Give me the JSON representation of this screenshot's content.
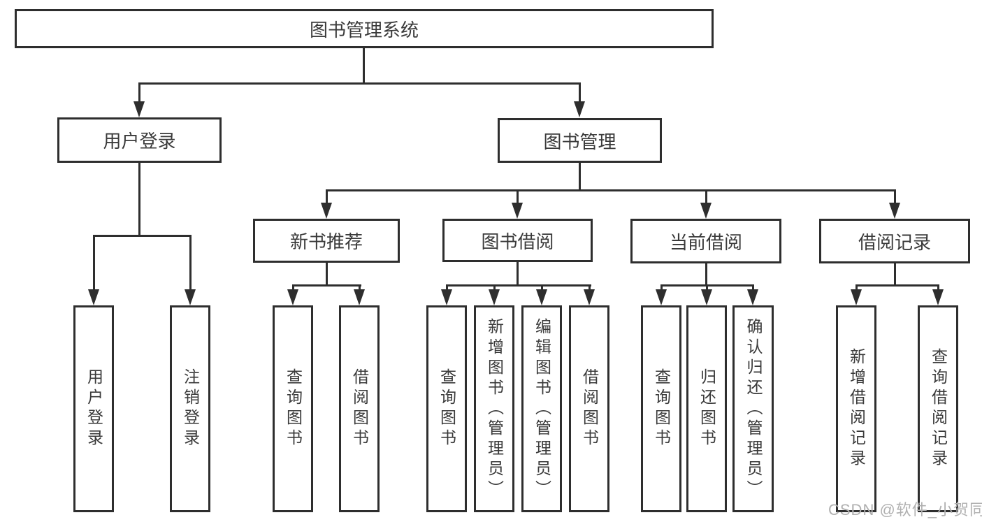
{
  "tree": {
    "root": {
      "label": "图书管理系统",
      "children": [
        {
          "label": "用户登录",
          "children": [
            {
              "label": "用户登录"
            },
            {
              "label": "注销登录"
            }
          ]
        },
        {
          "label": "图书管理",
          "children": [
            {
              "label": "新书推荐",
              "children": [
                {
                  "label": "查询图书"
                },
                {
                  "label": "借阅图书"
                }
              ]
            },
            {
              "label": "图书借阅",
              "children": [
                {
                  "label": "查询图书"
                },
                {
                  "label": "新增图书（管理员）"
                },
                {
                  "label": "编辑图书（管理员）"
                },
                {
                  "label": "借阅图书"
                }
              ]
            },
            {
              "label": "当前借阅",
              "children": [
                {
                  "label": "查询图书"
                },
                {
                  "label": "归还图书"
                },
                {
                  "label": "确认归还（管理员）"
                }
              ]
            },
            {
              "label": "借阅记录",
              "children": [
                {
                  "label": "新增借阅记录"
                },
                {
                  "label": "查询借阅记录"
                }
              ]
            }
          ]
        }
      ]
    }
  },
  "watermark": "CSDN @软件_小贺同学",
  "colors": {
    "line": "#2e2e2e",
    "text": "#3a3a3a",
    "watermark": "#b0b0b0",
    "background": "#ffffff"
  }
}
